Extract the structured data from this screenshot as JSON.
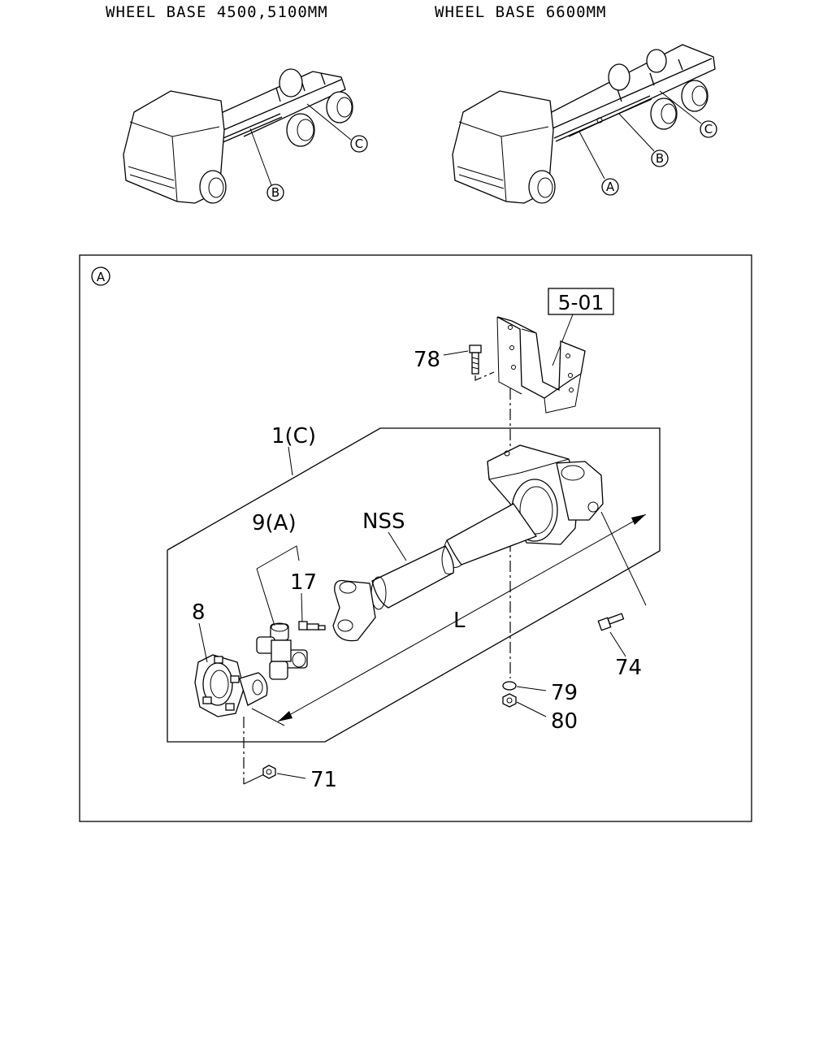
{
  "headers": {
    "wheelbase_left": "WHEEL BASE 4500,5100MM",
    "wheelbase_right": "WHEEL BASE 6600MM"
  },
  "overview_left": {
    "markers": [
      "B",
      "C"
    ]
  },
  "overview_right": {
    "markers": [
      "A",
      "B",
      "C"
    ]
  },
  "detail": {
    "view_marker": "A",
    "reference_box": "5-01",
    "callouts": {
      "bolt_78": "78",
      "assembly_1": "1(C)",
      "joint_9": "9(A)",
      "nss": "NSS",
      "grease_17": "17",
      "flange_8": "8",
      "length": "L",
      "bolt_74": "74",
      "washer_79": "79",
      "nut_80": "80",
      "nut_71": "71"
    }
  }
}
